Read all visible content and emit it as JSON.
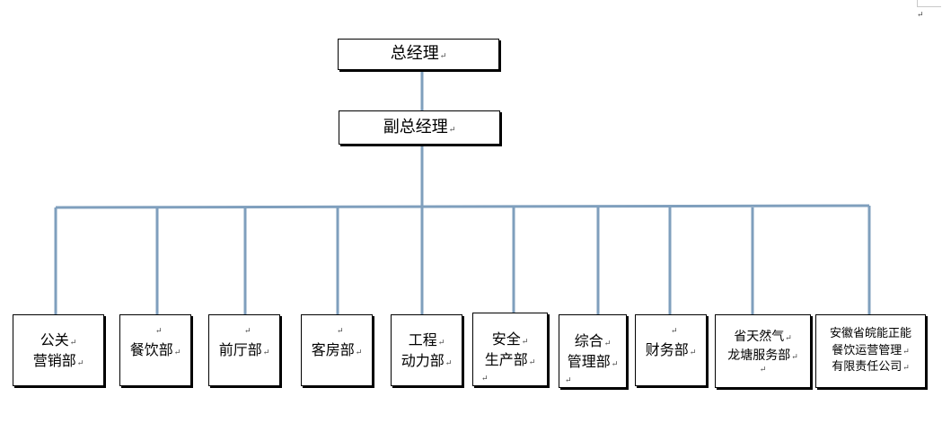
{
  "org_chart": {
    "top": {
      "label": "总经理"
    },
    "second": {
      "label": "副总经理"
    },
    "departments": [
      {
        "id": "pr-marketing",
        "lines": [
          "公关",
          "营销部"
        ]
      },
      {
        "id": "catering",
        "lines": [
          "餐饮部"
        ]
      },
      {
        "id": "front-office",
        "lines": [
          "前厅部"
        ]
      },
      {
        "id": "housekeeping",
        "lines": [
          "客房部"
        ]
      },
      {
        "id": "engineering",
        "lines": [
          "工程",
          "动力部"
        ]
      },
      {
        "id": "safety",
        "lines": [
          "安全",
          "生产部"
        ]
      },
      {
        "id": "general-admin",
        "lines": [
          "综合",
          "管理部"
        ]
      },
      {
        "id": "finance",
        "lines": [
          "财务部"
        ]
      },
      {
        "id": "natural-gas",
        "lines": [
          "省天然气",
          "龙塘服务部"
        ]
      },
      {
        "id": "anhui-catering",
        "lines": [
          "安徽省皖能正能",
          "餐饮运营管理",
          "有限责任公司"
        ]
      }
    ]
  },
  "colors": {
    "connector": "#7f9fbd",
    "box_border": "#000000",
    "paragraph_mark": "#444444"
  },
  "symbols": {
    "paragraph_mark": "↵"
  }
}
